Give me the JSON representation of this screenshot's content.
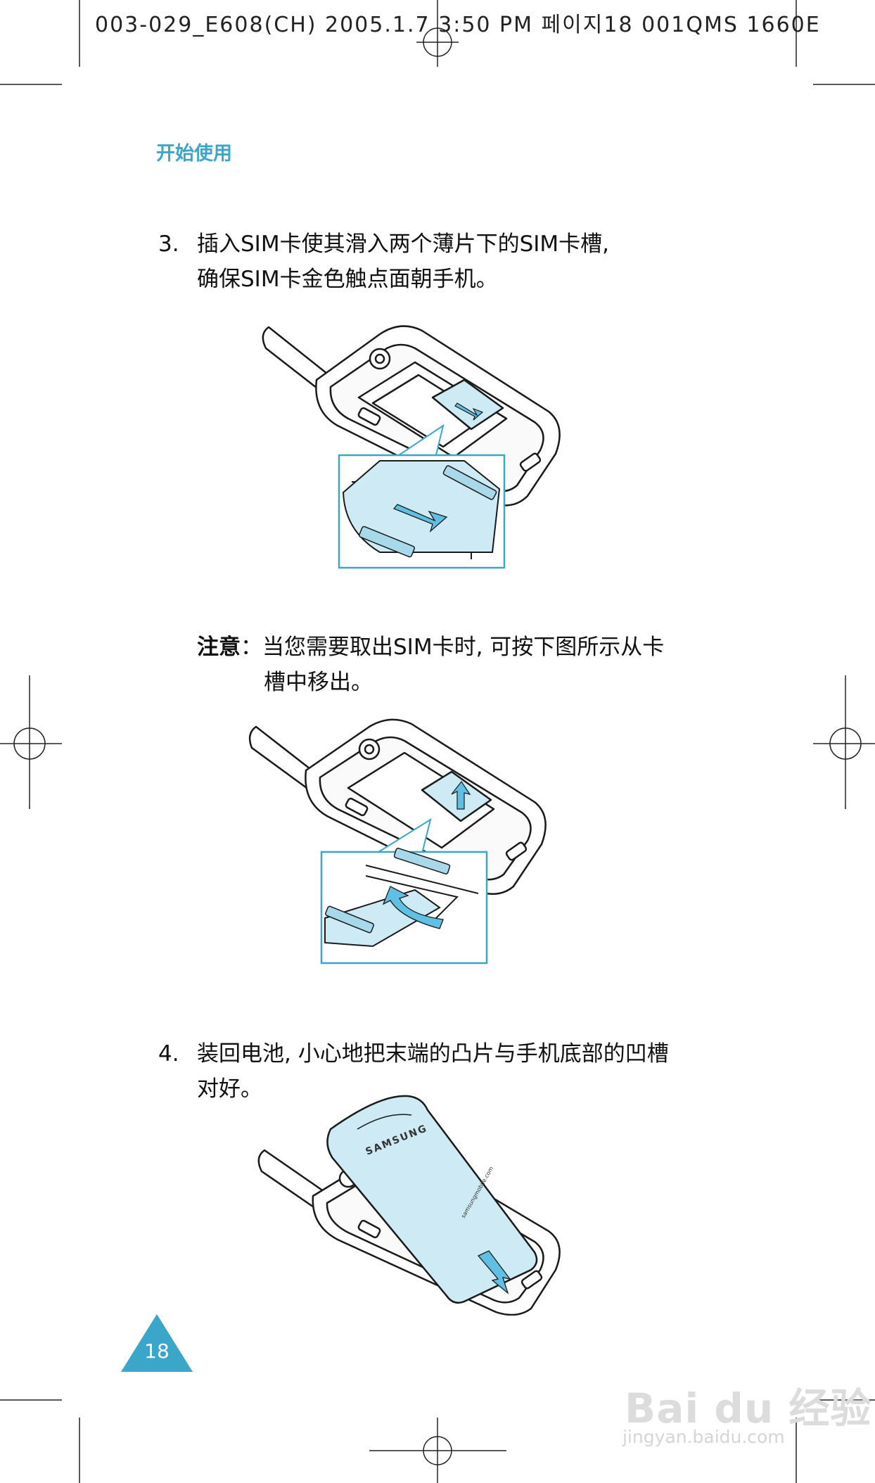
{
  "header": {
    "text": "003-029_E608(CH)  2005.1.7 3:50 PM 페이지18   001QMS 1660E"
  },
  "section_title": "开始使用",
  "step3": {
    "number": "3.",
    "line1": "插入SIM卡使其滑入两个薄片下的SIM卡槽,",
    "line2": "确保SIM卡金色触点面朝手机。"
  },
  "note": {
    "label": "注意",
    "line1": "当您需要取出SIM卡时, 可按下图所示从卡",
    "line2": "槽中移出。"
  },
  "step4": {
    "number": "4.",
    "line1": "装回电池, 小心地把末端的凸片与手机底部的凹槽",
    "line2": "对好。"
  },
  "battery_brand": "SAMSUNG",
  "battery_url": "samsungmobile.com",
  "page_number": "18",
  "watermark": {
    "brand": "Bai du 经验",
    "url": "jingyan.baidu.com"
  },
  "colors": {
    "accent": "#3aa6c9",
    "sim_fill": "#cdeaf5",
    "arrow": "#5fc0e3",
    "inset_border": "#3aa6c9"
  }
}
